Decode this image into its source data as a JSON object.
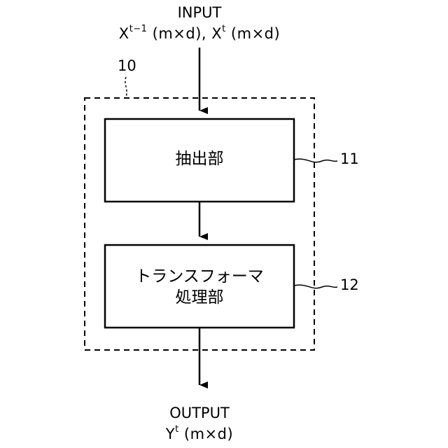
{
  "input": {
    "title": "INPUT",
    "x_prev": "X",
    "x_prev_sup": "t−1",
    "x_prev_dim": " (m×d), ",
    "x_cur": "X",
    "x_cur_sup": "t",
    "x_cur_dim": " (m×d)"
  },
  "container": {
    "id": "10"
  },
  "blocks": [
    {
      "id": "11",
      "lines": [
        "抽出部"
      ]
    },
    {
      "id": "12",
      "lines": [
        "トランスフォーマ",
        "処理部"
      ]
    }
  ],
  "output": {
    "title": "OUTPUT",
    "y": "Y",
    "y_sup": "t",
    "y_dim": " (m×d)"
  },
  "colors": {
    "stroke": "#000000",
    "background": "#ffffff"
  }
}
